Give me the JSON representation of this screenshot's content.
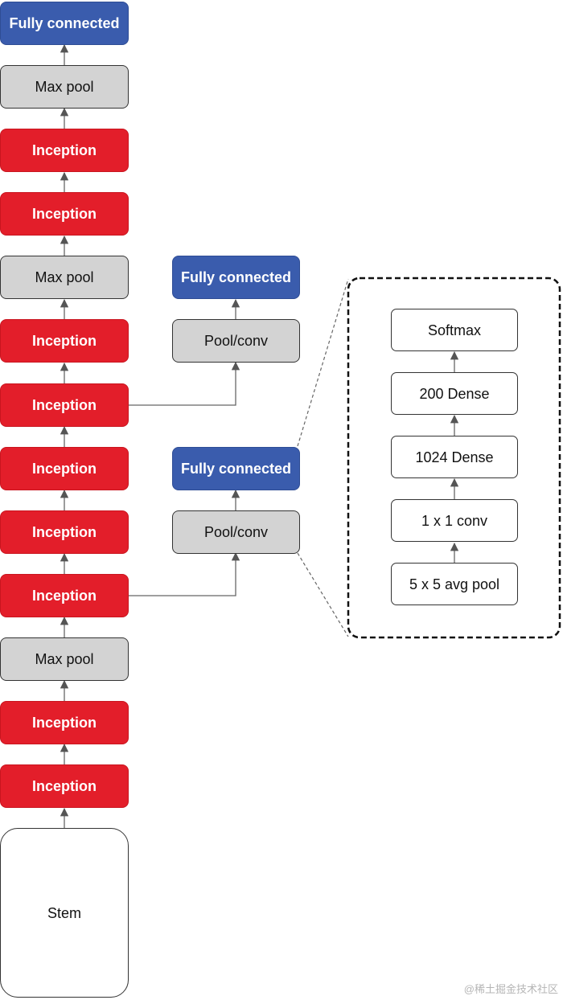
{
  "main_column": {
    "fc": "Fully connected",
    "maxpool_top": "Max pool",
    "inception_1": "Inception",
    "inception_2": "Inception",
    "maxpool_mid": "Max pool",
    "inception_3": "Inception",
    "inception_4": "Inception",
    "inception_5": "Inception",
    "inception_6": "Inception",
    "inception_7": "Inception",
    "maxpool_low": "Max pool",
    "inception_8": "Inception",
    "inception_9": "Inception",
    "stem": "Stem"
  },
  "aux_upper": {
    "fc": "Fully connected",
    "pool": "Pool/conv"
  },
  "aux_lower": {
    "fc": "Fully connected",
    "pool": "Pool/conv"
  },
  "detail": {
    "softmax": "Softmax",
    "dense200": "200 Dense",
    "dense1024": "1024 Dense",
    "conv": "1 x 1 conv",
    "avgpool": "5 x 5 avg pool"
  },
  "watermark": "@稀土掘金技术社区",
  "colors": {
    "inception": "#e31e2a",
    "fully_connected": "#3a5cad",
    "pool": "#d3d3d3"
  }
}
